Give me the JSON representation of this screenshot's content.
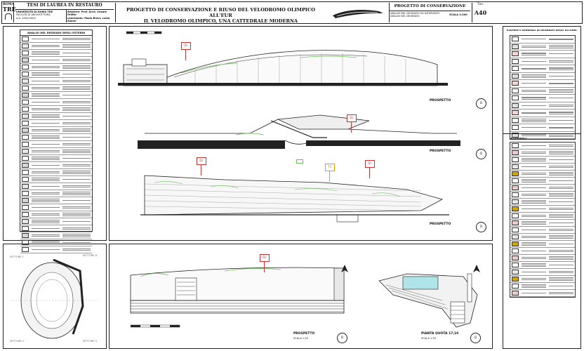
{
  "header": {
    "logo_line1": "ROMA",
    "logo_line2": "TRE",
    "thesis_title": "TESI DI LAUREA IN RESTAURO",
    "university": "UNIVERSITÀ DI ROMA TRE",
    "faculty": "FACOLTÀ DI ARCHITETTURA",
    "year": "A.A. 2002/2003",
    "supervisor_line": "Relatore: Prof. Arch. Cesare Feiffer",
    "student_line": "Laureando: Paolo Bravi, Luisa Romei",
    "title_line1": "PROGETTO DI CONSERVAZIONE E RIUSO DEL VELODROMO OLIMPICO ALL'EUR",
    "title_line2": "IL VELODROMO OLIMPICO, UNA CATTEDRALE MODERNA",
    "project_type": "PROGETTO DI CONSERVAZIONE",
    "analysis_line1": "ANALISI DEL DEGRADO ED INTERVENTI",
    "analysis_line2": "ANALISI DEL DEGRADO",
    "scale_label": "SCALA 1:200",
    "tav_label": "Tav.",
    "tav_number": "A40"
  },
  "left_panel": {
    "title": "ANALISI DEL DEGRADO DEGLI ESTERNI"
  },
  "right_panel": {
    "title1": "ELEMENTI GENERALI DI DEGRADO DEGLI ESTERNI",
    "title2": "INTERVENTI"
  },
  "keyplan": {
    "labels": [
      "SETTORE 1",
      "SETTORE A",
      "SETTORE 2",
      "SETTORE 3"
    ]
  },
  "drawings": {
    "prospetto": "PROSPETTO",
    "pianta": "PIANTA QUOTA 17,10",
    "scala": "SCALA 1:50",
    "tags": [
      "Dc",
      "Dc",
      "Dc",
      "F1",
      "Dc",
      "Dc"
    ]
  },
  "colors": {
    "frame": "#222222",
    "tag_red": "#cc3333",
    "tag_gold": "#d9a400",
    "pool": "#aee4ea",
    "vegetation": "#6bbf59"
  }
}
